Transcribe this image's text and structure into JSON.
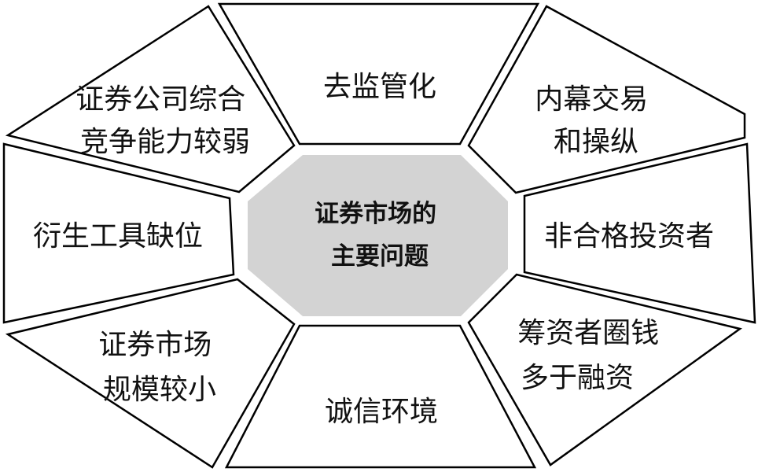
{
  "center": {
    "lines": [
      "证券市场的",
      "主要问题"
    ],
    "fill": "#d3d3d3"
  },
  "segments": [
    {
      "id": "top",
      "lines": [
        "去监管化"
      ]
    },
    {
      "id": "top-right",
      "lines": [
        "内幕交易",
        "和操纵"
      ]
    },
    {
      "id": "right",
      "lines": [
        "非合格投资者"
      ]
    },
    {
      "id": "bottom-right",
      "lines": [
        "筹资者圈钱",
        "多于融资"
      ]
    },
    {
      "id": "bottom",
      "lines": [
        "诚信环境"
      ]
    },
    {
      "id": "bottom-left",
      "lines": [
        "证券市场",
        "规模较小"
      ]
    },
    {
      "id": "left",
      "lines": [
        "衍生工具缺位"
      ]
    },
    {
      "id": "top-left",
      "lines": [
        "证券公司综合",
        "竞争能力较弱"
      ]
    }
  ]
}
